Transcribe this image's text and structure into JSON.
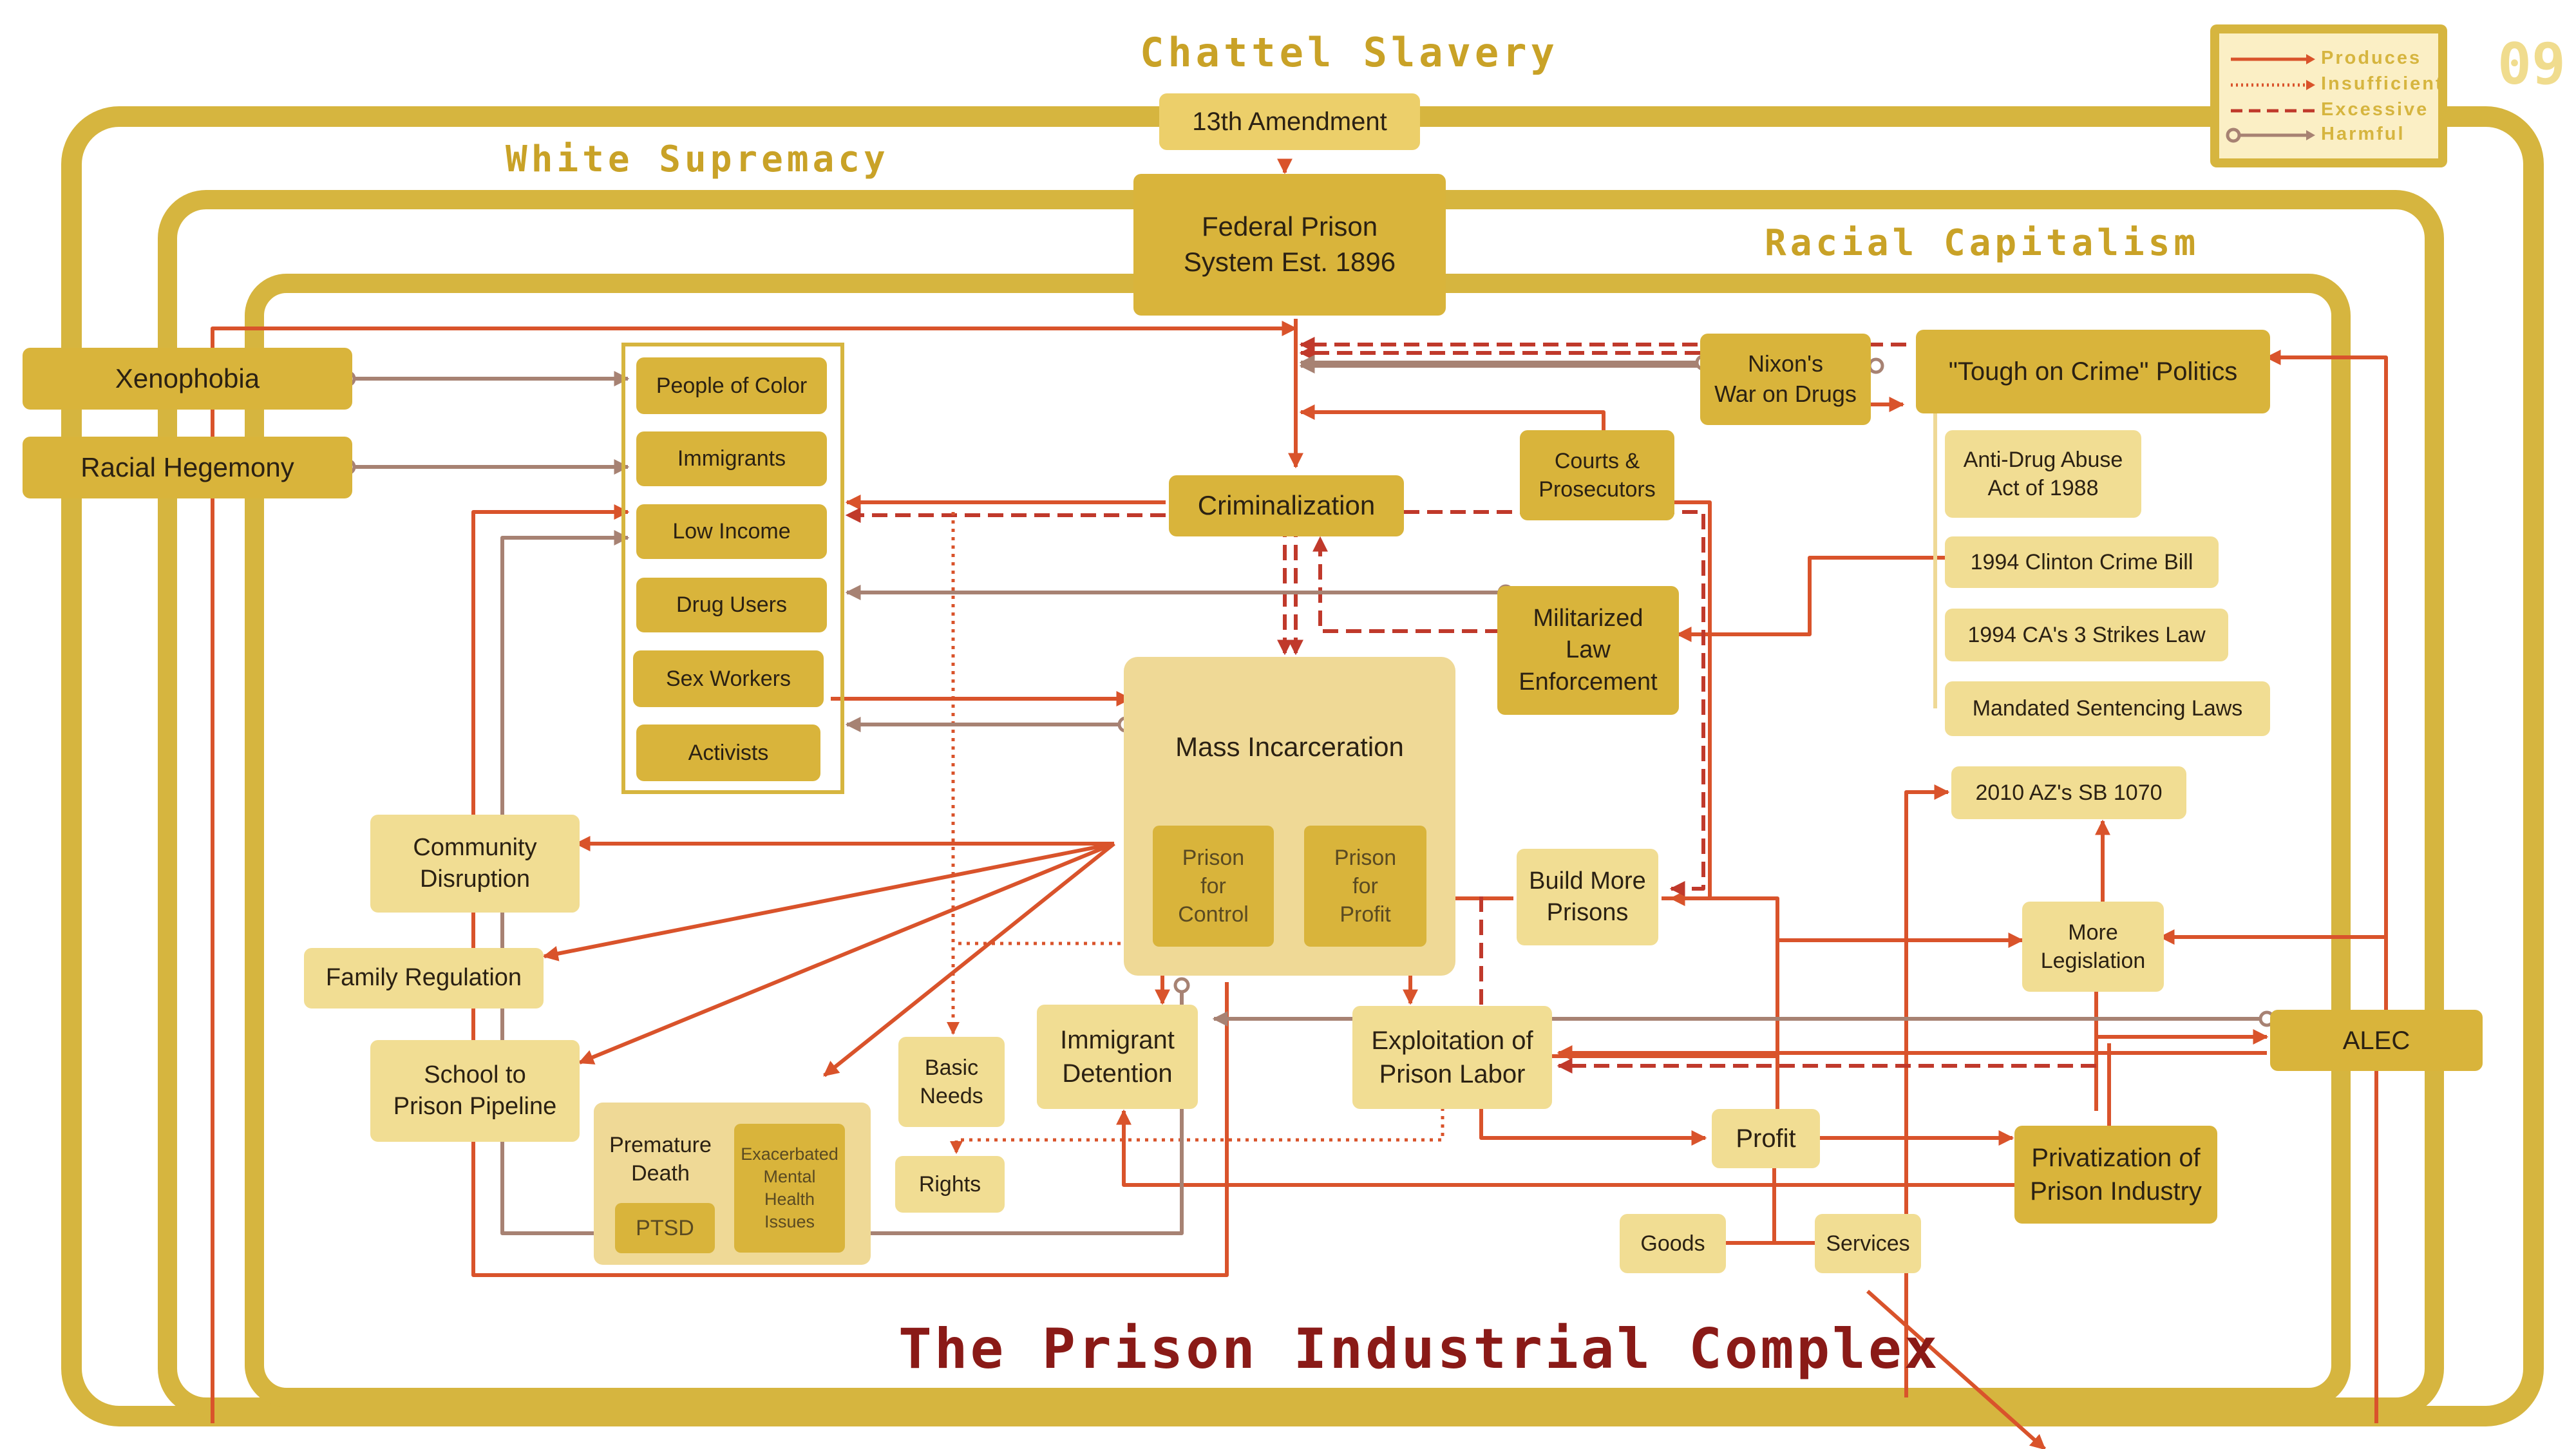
{
  "frames": {
    "chattel_slavery": "Chattel Slavery",
    "white_supremacy": "White Supremacy",
    "racial_capitalism": "Racial Capitalism"
  },
  "page_number": "09",
  "legend": {
    "produces": "Produces",
    "insufficient": "Insufficient",
    "excessive": "Excessive",
    "harmful": "Harmful"
  },
  "title": "The Prison Industrial Complex",
  "nodes": {
    "amendment": "13th Amendment",
    "federal_prison": "Federal Prison\nSystem Est. 1896",
    "xenophobia": "Xenophobia",
    "racial_hegemony": "Racial Hegemony",
    "people_of_color": "People of Color",
    "immigrants": "Immigrants",
    "low_income": "Low Income",
    "drug_users": "Drug Users",
    "sex_workers": "Sex Workers",
    "activists": "Activists",
    "criminalization": "Criminalization",
    "courts": "Courts &\nProsecutors",
    "war_on_drugs": "Nixon's\nWar on Drugs",
    "tough_on_crime": "\"Tough on Crime\" Politics",
    "anti_drug": "Anti-Drug Abuse\nAct of 1988",
    "clinton_bill": "1994 Clinton Crime Bill",
    "three_strikes": "1994 CA's 3 Strikes Law",
    "mandated": "Mandated Sentencing Laws",
    "militarized": "Militarized\nLaw\nEnforcement",
    "mass_incarceration": "Mass Incarceration",
    "prison_control": "Prison\nfor\nControl",
    "prison_profit": "Prison\nfor\nProfit",
    "community": "Community\nDisruption",
    "family": "Family Regulation",
    "school": "School to\nPrison Pipeline",
    "premature_death": "Premature\nDeath",
    "ptsd": "PTSD",
    "mental_health": "Exacerbated\nMental\nHealth\nIssues",
    "basic_needs": "Basic\nNeeds",
    "rights": "Rights",
    "immigrant_detention": "Immigrant\nDetention",
    "exploitation": "Exploitation of\nPrison Labor",
    "build_prisons": "Build More\nPrisons",
    "sb1070": "2010 AZ's SB 1070",
    "more_legislation": "More\nLegislation",
    "alec": "ALEC",
    "profit": "Profit",
    "privatization": "Privatization of\nPrison Industry",
    "goods": "Goods",
    "services": "Services"
  }
}
